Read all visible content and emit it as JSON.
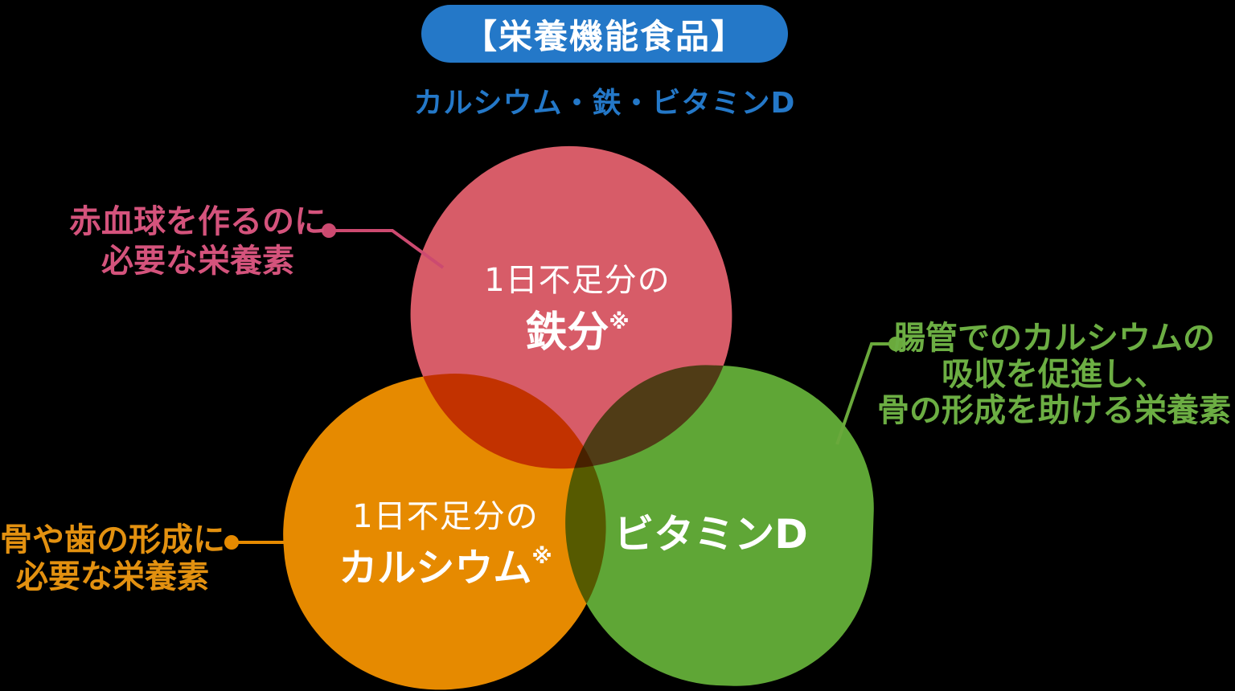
{
  "header": {
    "badge_label": "【栄養機能食品】",
    "subtitle": "カルシウム・鉄・ビタミンD"
  },
  "circles": {
    "iron": {
      "prefix": "1日不足分の",
      "name": "鉄分",
      "note_mark": "※"
    },
    "calcium": {
      "prefix": "1日不足分の",
      "name": "カルシウム",
      "note_mark": "※"
    },
    "vitamin_d": {
      "name": "ビタミンD"
    }
  },
  "annotations": {
    "iron": {
      "lines": [
        "赤血球を作るのに",
        "必要な栄養素"
      ]
    },
    "calcium": {
      "lines": [
        "骨や歯の形成に",
        "必要な栄養素"
      ]
    },
    "vitamin_d": {
      "lines": [
        "腸管でのカルシウムの",
        "吸収を促進し、",
        "骨の形成を助ける栄養素"
      ]
    }
  },
  "colors": {
    "badge_bg": "#2478c8",
    "badge_text": "#ffffff",
    "subtitle_text": "#2478c8",
    "iron_circle": "#d75c68",
    "calcium_circle": "#e68a00",
    "vitamin_d_circle": "#5fa636",
    "circle_text": "#ffffff",
    "iron_annotation": "#d4537c",
    "calcium_annotation": "#e39110",
    "vitamin_d_annotation": "#6cae43",
    "background": "#000000"
  }
}
